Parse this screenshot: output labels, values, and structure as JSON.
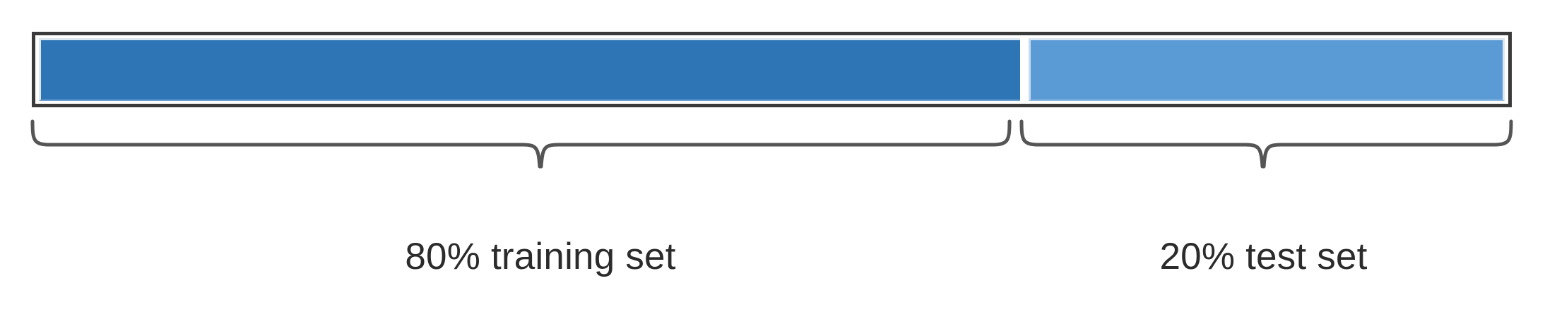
{
  "chart_data": {
    "type": "bar",
    "title": "",
    "subtitle": "",
    "xlabel": "",
    "ylabel": "",
    "orientation": "horizontal",
    "stacked": true,
    "grid": false,
    "legend_position": "none",
    "total_percent": 100,
    "categories": [
      "training set",
      "test set"
    ],
    "values": [
      80,
      20
    ],
    "value_unit": "%",
    "annotations": [
      "80% training set",
      "20% test set"
    ],
    "colors": [
      "#2e75b6",
      "#5b9bd5"
    ],
    "segments": [
      {
        "id": "training",
        "name": "training set",
        "percent": 80,
        "percent_label": "80%",
        "label": "80% training set",
        "color": "#2e75b6"
      },
      {
        "id": "test",
        "name": "test set",
        "percent": 20,
        "percent_label": "20%",
        "label": "20% test set",
        "color": "#5b9bd5"
      }
    ]
  },
  "figure": {
    "background_color": "#ffffff",
    "frame_color": "#3a3a3a",
    "brace_color": "#555555",
    "text_color": "#2b2b2b"
  },
  "bar": {
    "train_segment_name": "training-set-segment",
    "test_segment_name": "test-set-segment"
  },
  "braces": {
    "left_label": "80% training set",
    "right_label": "20% test set"
  }
}
